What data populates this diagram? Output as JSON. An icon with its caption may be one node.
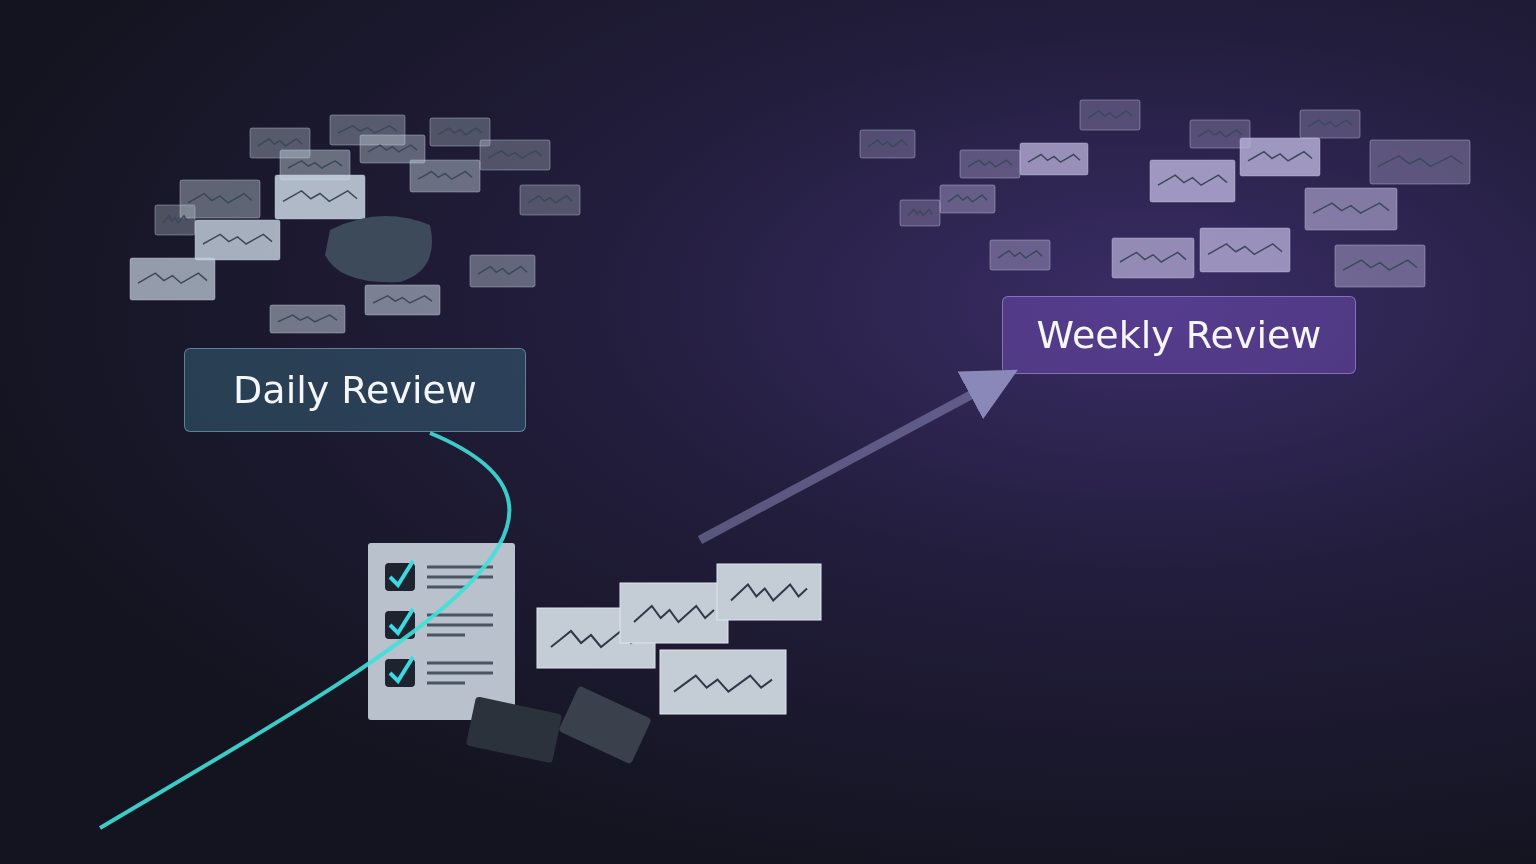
{
  "diagram": {
    "nodes": [
      {
        "text": [
          "Daily Review"
        ]
      },
      {
        "text": [
          "Weekly Review"
        ]
      },
      {
        "text": [],
        "shape": "picture"
      }
    ],
    "edges": [
      {
        "from": 2,
        "to": 1,
        "arrow": "to",
        "style": "thick"
      },
      {
        "from": null,
        "to": 0,
        "arrow": "none"
      }
    ]
  }
}
